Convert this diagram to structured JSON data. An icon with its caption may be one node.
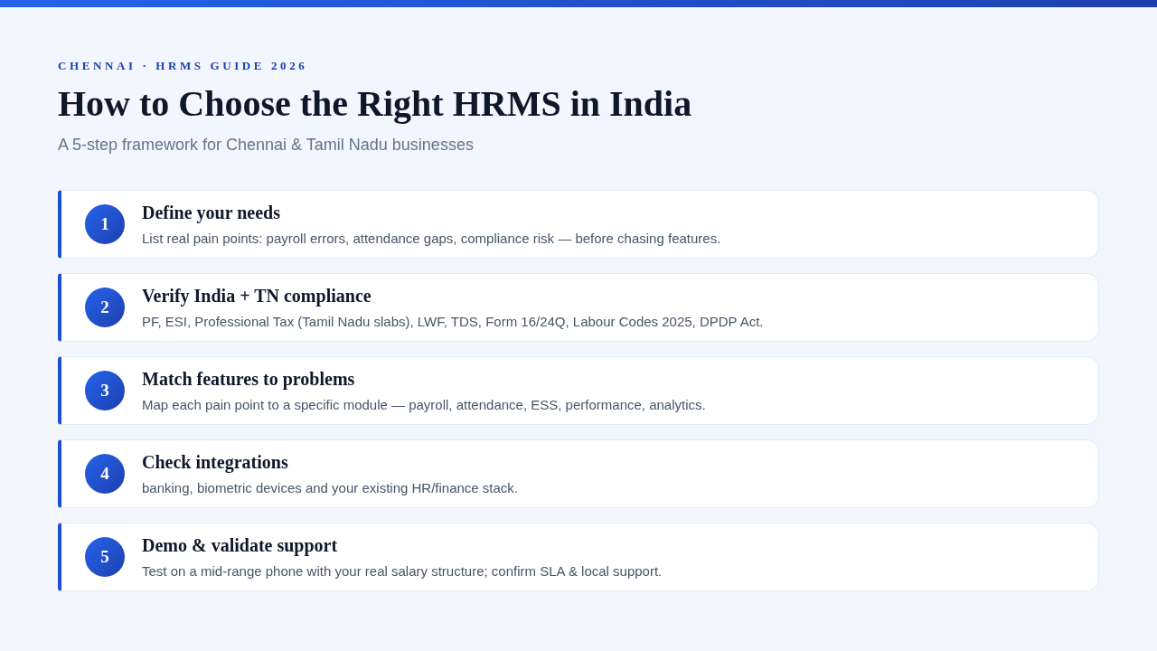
{
  "diagram": {
    "title": "How to Choose the Right HRMS in India",
    "nodes": [
      {
        "text": [
          "Define your needs",
          "List real pain points: payroll errors, attendance gaps, compliance risk — before chasing features."
        ]
      },
      {
        "text": [
          "1"
        ],
        "in": 0
      },
      {
        "text": [
          "Verify India + TN compliance",
          "PF, ESI, Professional Tax (Tamil Nadu slabs), LWF, TDS, Form 16/24Q, Labour Codes 2025, DPDP Act."
        ]
      },
      {
        "text": [
          "2"
        ],
        "in": 2
      },
      {
        "text": [
          "Match features to problems",
          "Map each pain point to a specific module — payroll, attendance, ESS, performance, analytics."
        ]
      },
      {
        "text": [
          "3"
        ],
        "in": 4
      },
      {
        "text": [
          "Check integrations",
          "banking, biometric devices and your existing HR/finance stack."
        ]
      },
      {
        "text": [
          "4"
        ],
        "in": 6
      },
      {
        "text": [
          "Demo & validate support",
          "Test on a mid-range phone with your real salary structure; confirm SLA & local support."
        ]
      },
      {
        "text": [
          "5"
        ],
        "in": 8
      }
    ],
    "labels": [
      "CHENNAI · HRMS GUIDE 2026",
      "A 5-step framework for Chennai & Tamil Nadu businesses"
    ]
  }
}
